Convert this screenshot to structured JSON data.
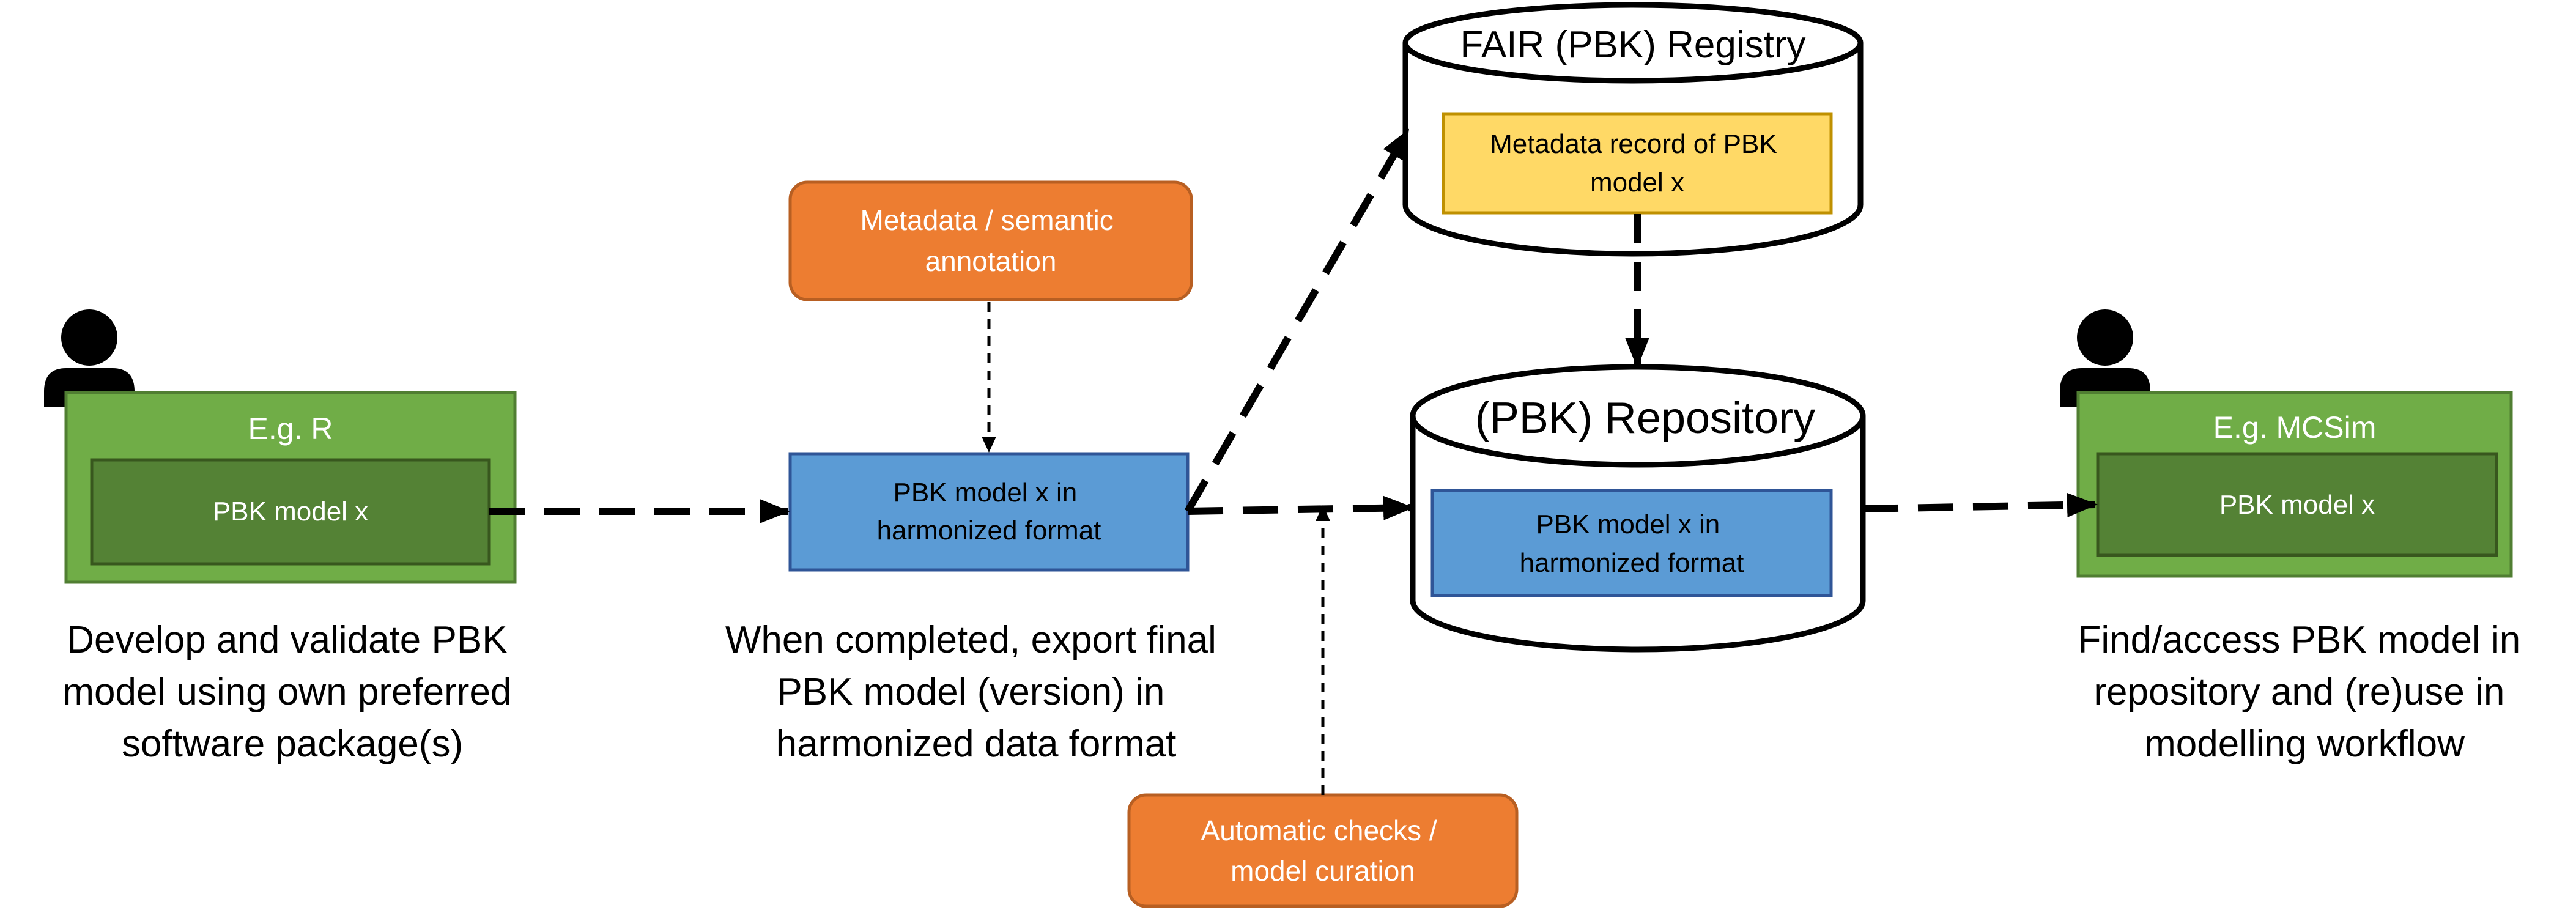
{
  "left_tool": {
    "header": "E.g. R",
    "model_label": "PBK model x",
    "caption": [
      "Develop and validate PBK",
      "model using own preferred",
      "software package(s)"
    ]
  },
  "annotation": {
    "lines": [
      "Metadata / semantic",
      "annotation"
    ]
  },
  "harmonized": {
    "lines": [
      "PBK model x in",
      "harmonized format"
    ],
    "caption": [
      "When completed, export final",
      "PBK model (version) in",
      "harmonized data format"
    ]
  },
  "registry": {
    "title": "FAIR (PBK) Registry",
    "record_lines": [
      "Metadata record of PBK",
      "model x"
    ]
  },
  "repository": {
    "title": "(PBK) Repository",
    "model_lines": [
      "PBK model x in",
      "harmonized format"
    ]
  },
  "checks": {
    "lines": [
      "Automatic checks /",
      "model curation"
    ]
  },
  "right_tool": {
    "header": "E.g. MCSim",
    "model_label": "PBK model x",
    "caption": [
      "Find/access PBK model in",
      "repository and (re)use in",
      "modelling workflow"
    ]
  },
  "colors": {
    "green_light": "#70AD47",
    "green_dark": "#548235",
    "green_border": "#507E32",
    "blue": "#5B9BD5",
    "blue_border": "#2F5597",
    "orange": "#ED7D31",
    "orange_border": "#B85F22",
    "yellow": "#FFD966",
    "yellow_border": "#BF9000",
    "black": "#000000"
  }
}
